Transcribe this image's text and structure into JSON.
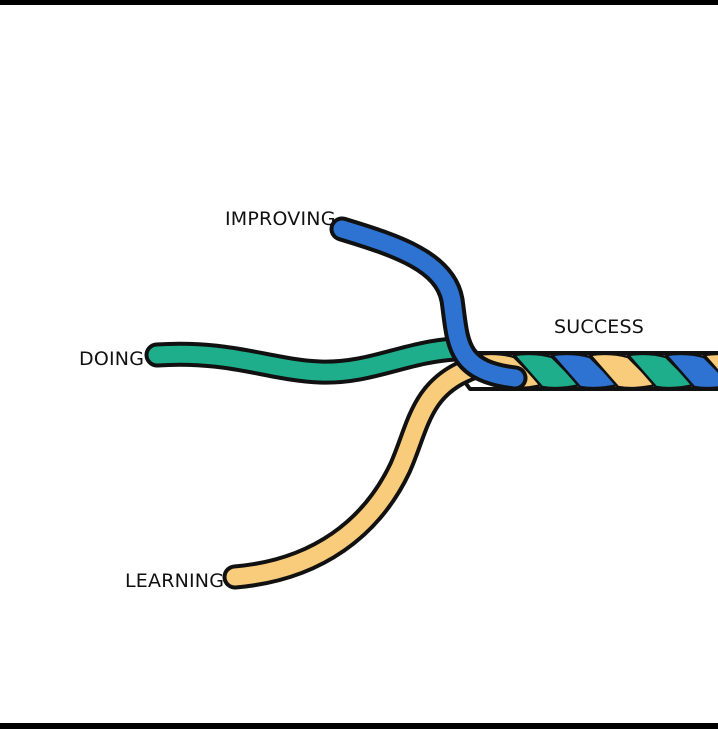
{
  "labels": {
    "improving": "IMPROVING",
    "doing": "DOING",
    "learning": "LEARNING",
    "success": "SUCCESS"
  },
  "colors": {
    "frame": "#000000",
    "background": "#ffffff",
    "improving": "#2e72d2",
    "doing": "#1fae8c",
    "learning": "#f9cc7b",
    "outline": "#111111"
  }
}
